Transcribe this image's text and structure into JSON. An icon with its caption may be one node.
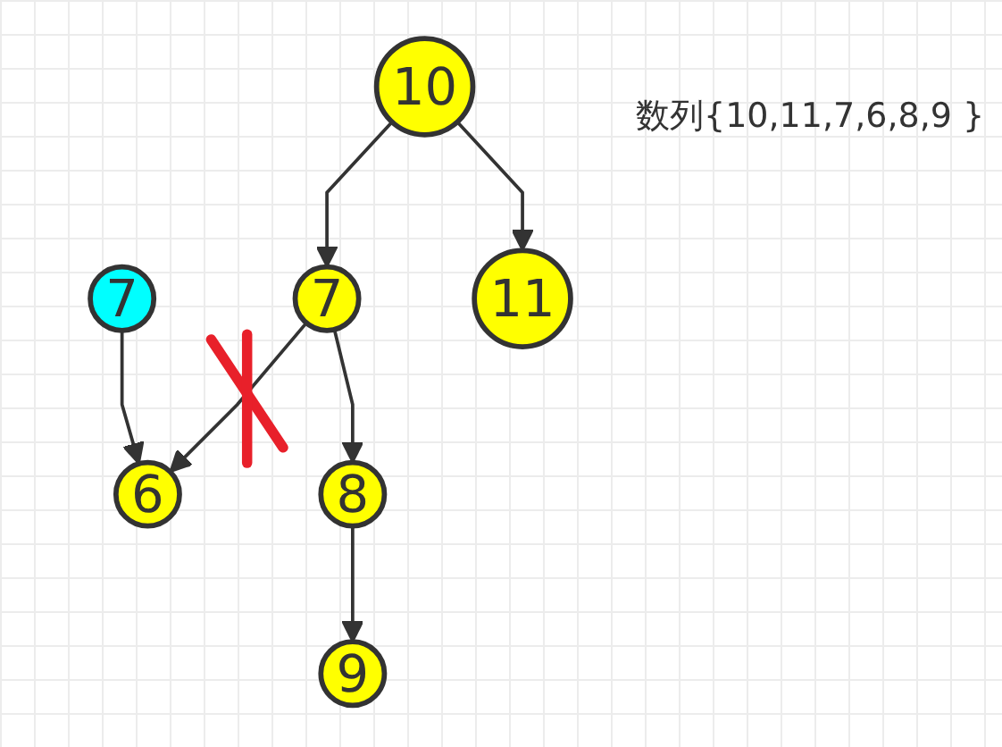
{
  "diagram": {
    "nodes": [
      {
        "text": [
          "10"
        ]
      },
      {
        "text": [
          "7"
        ]
      },
      {
        "text": [
          "7"
        ]
      },
      {
        "text": [
          "11"
        ]
      },
      {
        "text": [
          "6"
        ]
      },
      {
        "text": [
          "8"
        ]
      },
      {
        "text": [
          "9"
        ]
      }
    ],
    "edges": [
      {
        "from": 0,
        "to": 2,
        "arrow": "to"
      },
      {
        "from": 0,
        "to": 3,
        "arrow": "to"
      },
      {
        "from": 1,
        "to": 4,
        "arrow": "to"
      },
      {
        "from": 2,
        "to": 4,
        "arrow": "to"
      },
      {
        "from": 2,
        "to": 5,
        "arrow": "to"
      },
      {
        "from": 5,
        "to": 6,
        "arrow": "to"
      }
    ],
    "labels": [
      "数列{10,11,7,6,8,9 }"
    ]
  }
}
